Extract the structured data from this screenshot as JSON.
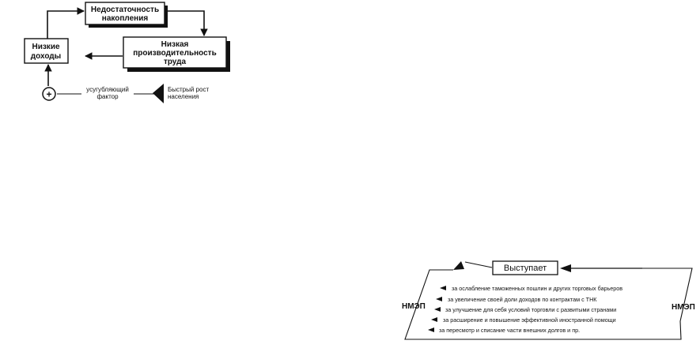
{
  "cycle_diagram": {
    "box_savings": [
      "Недостаточность",
      "накопления"
    ],
    "box_productivity": [
      "Низкая",
      "производительность",
      "труда"
    ],
    "box_income": [
      "Низкие",
      "доходы"
    ],
    "factor_label": [
      "усугубляющий",
      "фактор"
    ],
    "population_label": [
      "Быстрый рост",
      "населения"
    ],
    "plus_symbol": "+"
  },
  "nmep_diagram": {
    "title": "Выступает",
    "left_label": "НМЭП",
    "right_label": "НМЭП",
    "items": [
      "за ослабление таможенных пошлин и других торговых барьеров",
      "за увеличение своей доли доходов по контрактам с ТНК",
      "за улучшение для себя условий торговли с развитыми странами",
      "за расширение и повышение эффективной иностранной помощи",
      "за пересмотр и списание части внешних долгов и пр."
    ]
  }
}
